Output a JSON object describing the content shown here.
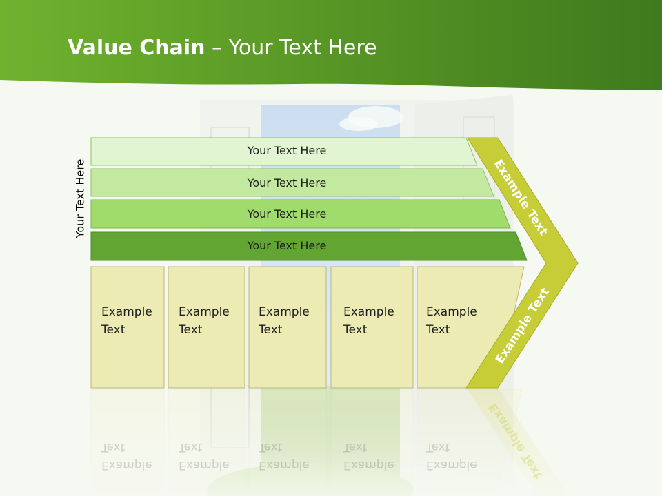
{
  "slide": {
    "title_bold": "Value Chain",
    "title_rest": " – Your Text Here",
    "side_label": "Your Text Here"
  },
  "bars": [
    {
      "label": "Your Text Here",
      "color": "#e2f5d2"
    },
    {
      "label": "Your Text Here",
      "color": "#c3e8a0"
    },
    {
      "label": "Your Text Here",
      "color": "#a0dc6c"
    },
    {
      "label": "Your Text Here",
      "color": "#63a533"
    }
  ],
  "activities": [
    {
      "line1": "Example",
      "line2": "Text"
    },
    {
      "line1": "Example",
      "line2": "Text"
    },
    {
      "line1": "Example",
      "line2": "Text"
    },
    {
      "line1": "Example",
      "line2": "Text"
    },
    {
      "line1": "Example",
      "line2": "Text"
    }
  ],
  "chevron": {
    "upper": "Example Text",
    "lower": "Example Text",
    "color": "#c7cd37"
  },
  "colors": {
    "header_green": "#5d9c2a",
    "cell_fill": "#ecebb3"
  }
}
